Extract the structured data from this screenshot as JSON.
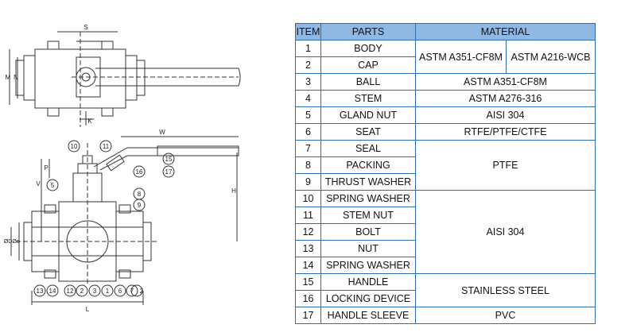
{
  "drawing": {
    "dims_top": {
      "s": "S",
      "m": "M",
      "n": "N",
      "k": "K"
    },
    "dims_front": {
      "w": "W",
      "p": "P",
      "v": "V",
      "h": "H",
      "d": "ØD",
      "d1": "Ød",
      "l": "L"
    },
    "callouts": [
      "10",
      "11",
      "15",
      "16",
      "17",
      "5",
      "8",
      "9",
      "13",
      "14",
      "12",
      "2",
      "3",
      "1",
      "6",
      "7",
      "2"
    ]
  },
  "table": {
    "headers": {
      "item": "ITEM",
      "parts": "PARTS",
      "material": "MATERIAL"
    },
    "rows": [
      {
        "item": "1",
        "part": "BODY"
      },
      {
        "item": "2",
        "part": "CAP"
      },
      {
        "item": "3",
        "part": "BALL"
      },
      {
        "item": "4",
        "part": "STEM"
      },
      {
        "item": "5",
        "part": "GLAND NUT"
      },
      {
        "item": "6",
        "part": "SEAT"
      },
      {
        "item": "7",
        "part": "SEAL"
      },
      {
        "item": "8",
        "part": "PACKING"
      },
      {
        "item": "9",
        "part": "THRUST WASHER"
      },
      {
        "item": "10",
        "part": "SPRING WASHER"
      },
      {
        "item": "11",
        "part": "STEM NUT"
      },
      {
        "item": "12",
        "part": "BOLT"
      },
      {
        "item": "13",
        "part": "NUT"
      },
      {
        "item": "14",
        "part": "SPRING WASHER"
      },
      {
        "item": "15",
        "part": "HANDLE"
      },
      {
        "item": "16",
        "part": "LOCKING DEVICE"
      },
      {
        "item": "17",
        "part": "HANDLE SLEEVE"
      }
    ],
    "materials": {
      "body_cap_a": "ASTM A351-CF8M",
      "body_cap_b": "ASTM A216-WCB",
      "ball": "ASTM A351-CF8M",
      "stem": "ASTM A276-316",
      "gland_nut": "AISI 304",
      "seat": "RTFE/PTFE/CTFE",
      "seal_packing_washer": "PTFE",
      "fasteners": "AISI 304",
      "handle_lock": "STAINLESS STEEL",
      "sleeve": "PVC"
    }
  },
  "colors": {
    "border": "#2c6fb0",
    "header_bg": "#8fb8e3",
    "line": "#333333"
  }
}
